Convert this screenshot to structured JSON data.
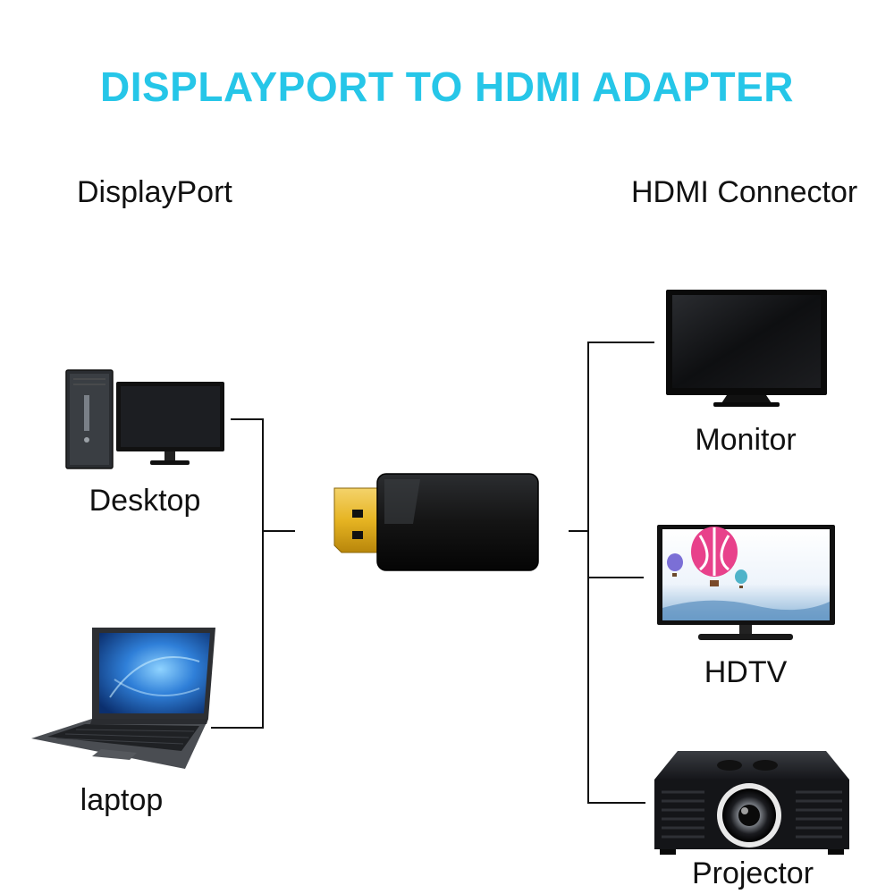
{
  "title": "DISPLAYPORT TO HDMI ADAPTER",
  "colors": {
    "title": "#26c6e8",
    "line": "#111111",
    "gold": "#e6b422",
    "body": "#141414"
  },
  "source": {
    "heading": "DisplayPort",
    "devices": [
      {
        "label": "Desktop",
        "icon": "desktop-computer-icon"
      },
      {
        "label": "laptop",
        "icon": "laptop-icon"
      }
    ]
  },
  "adapter": {
    "icon": "displayport-hdmi-adapter-icon"
  },
  "target": {
    "heading": "HDMI Connector",
    "devices": [
      {
        "label": "Monitor",
        "icon": "monitor-icon"
      },
      {
        "label": "HDTV",
        "icon": "hdtv-icon"
      },
      {
        "label": "Projector",
        "icon": "projector-icon"
      }
    ]
  }
}
